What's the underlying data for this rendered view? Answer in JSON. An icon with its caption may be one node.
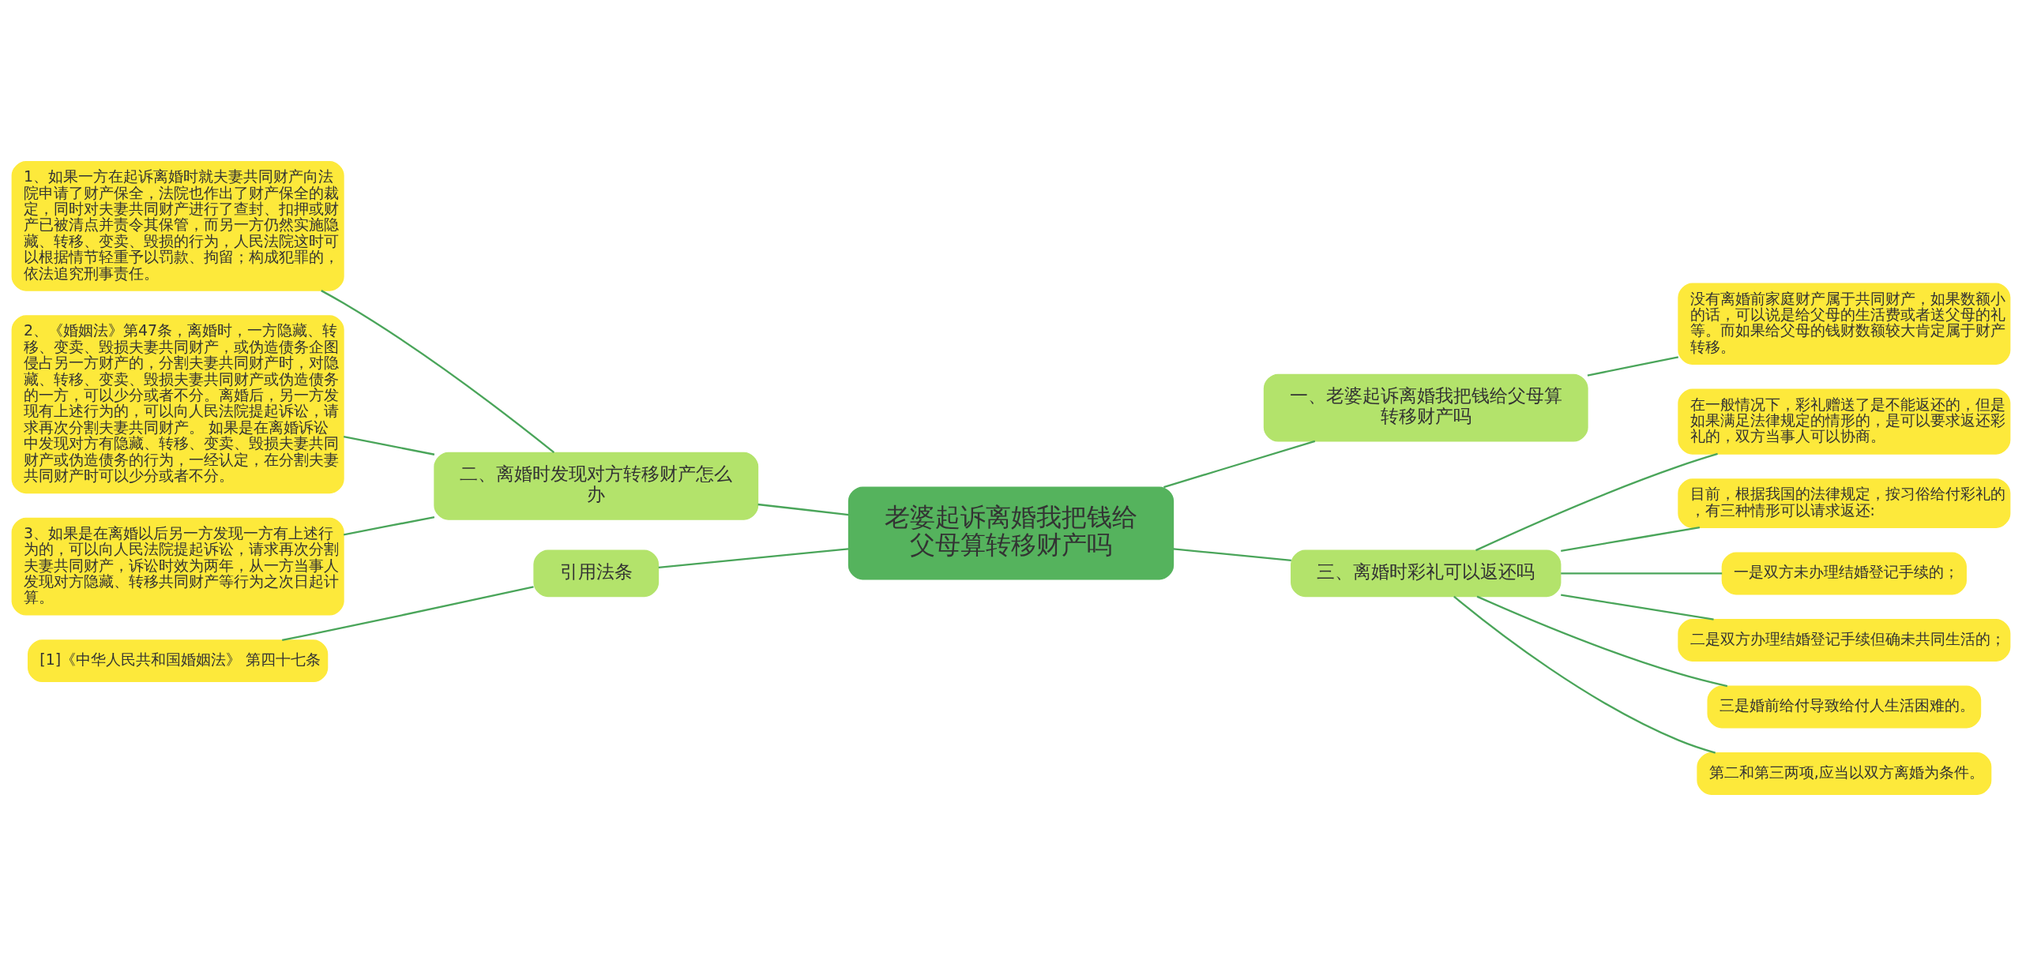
{
  "diagram": {
    "nodes": [
      {
        "text": [
          "老婆起诉离婚我把钱给父母算转移财产吗"
        ]
      },
      {
        "text": [
          "一、老婆起诉离婚我把钱给父母算转移财产吗"
        ]
      },
      {
        "text": [
          "没有离婚前家庭财产属于共同财产，如果数额小的话，可以说是给父母的生活费或者送父母的礼等。而如果给父母的钱财数额较大肯定属于财产转移。"
        ]
      },
      {
        "text": [
          "三、离婚时彩礼可以返还吗"
        ]
      },
      {
        "text": [
          "在一般情况下，彩礼赠送了是不能返还的，但是如果满足法律规定的情形的，是可以要求返还彩礼的，双方当事人可以协商。"
        ]
      },
      {
        "text": [
          "目前，根据我国的法律规定，按习俗给付彩礼的，有三种情形可以请求返还:"
        ]
      },
      {
        "text": [
          "一是双方未办理结婚登记手续的；"
        ]
      },
      {
        "text": [
          "二是双方办理结婚登记手续但确未共同生活的；"
        ]
      },
      {
        "text": [
          "三是婚前给付导致给付人生活困难的。"
        ]
      },
      {
        "text": [
          "第二和第三两项,应当以双方离婚为条件。"
        ]
      },
      {
        "text": [
          "二、离婚时发现对方转移财产怎么办"
        ]
      },
      {
        "text": [
          "1、如果一方在起诉离婚时就夫妻共同财产向法院申请了财产保全，法院也作出了财产保全的裁定，同时对夫妻共同财产进行了查封、扣押或财产已被清点并责令其保管，而另一方仍然实施隐藏、转移、变卖、毁损的行为，人民法院这时可以根据情节轻重予以罚款、拘留；构成犯罪的，依法追究刑事责任。"
        ]
      },
      {
        "text": [
          "2、《婚姻法》第47条，离婚时，一方隐藏、转移、变卖、毁损夫妻共同财产，或伪造债务企图侵占另一方财产的，分割夫妻共同财产时，对隐藏、转移、变卖、毁损夫妻共同财产或伪造债务的一方，可以少分或者不分。离婚后，另一方发现有上述行为的，可以向人民法院提起诉讼，请求再次分割夫妻共同财产。 如果是在离婚诉讼中发现对方有隐藏、转移、变卖、毁损夫妻共同财产或伪造债务的行为，一经认定，在分割夫妻共同财产时可以少分或者不分。"
        ]
      },
      {
        "text": [
          "3、如果是在离婚以后另一方发现一方有上述行为的，可以向人民法院提起诉讼，请求再次分割夫妻共同财产，诉讼时效为两年，从一方当事人发现对方隐藏、转移共同财产等行为之次日起计算。"
        ]
      },
      {
        "text": [
          "引用法条"
        ]
      },
      {
        "text": [
          "[1]《中华人民共和国婚姻法》 第四十七条"
        ]
      }
    ],
    "edges": [
      {
        "from": 0,
        "to": 1,
        "arrow": "none"
      },
      {
        "from": 1,
        "to": 2,
        "arrow": "none"
      },
      {
        "from": 0,
        "to": 3,
        "arrow": "none"
      },
      {
        "from": 3,
        "to": 4,
        "arrow": "none"
      },
      {
        "from": 3,
        "to": 5,
        "arrow": "none"
      },
      {
        "from": 3,
        "to": 6,
        "arrow": "none"
      },
      {
        "from": 3,
        "to": 7,
        "arrow": "none"
      },
      {
        "from": 3,
        "to": 8,
        "arrow": "none"
      },
      {
        "from": 3,
        "to": 9,
        "arrow": "none"
      },
      {
        "from": 0,
        "to": 10,
        "arrow": "none"
      },
      {
        "from": 10,
        "to": 11,
        "arrow": "none"
      },
      {
        "from": 10,
        "to": 12,
        "arrow": "none"
      },
      {
        "from": 10,
        "to": 13,
        "arrow": "none"
      },
      {
        "from": 0,
        "to": 14,
        "arrow": "none"
      },
      {
        "from": 14,
        "to": 15,
        "arrow": "none"
      }
    ]
  }
}
